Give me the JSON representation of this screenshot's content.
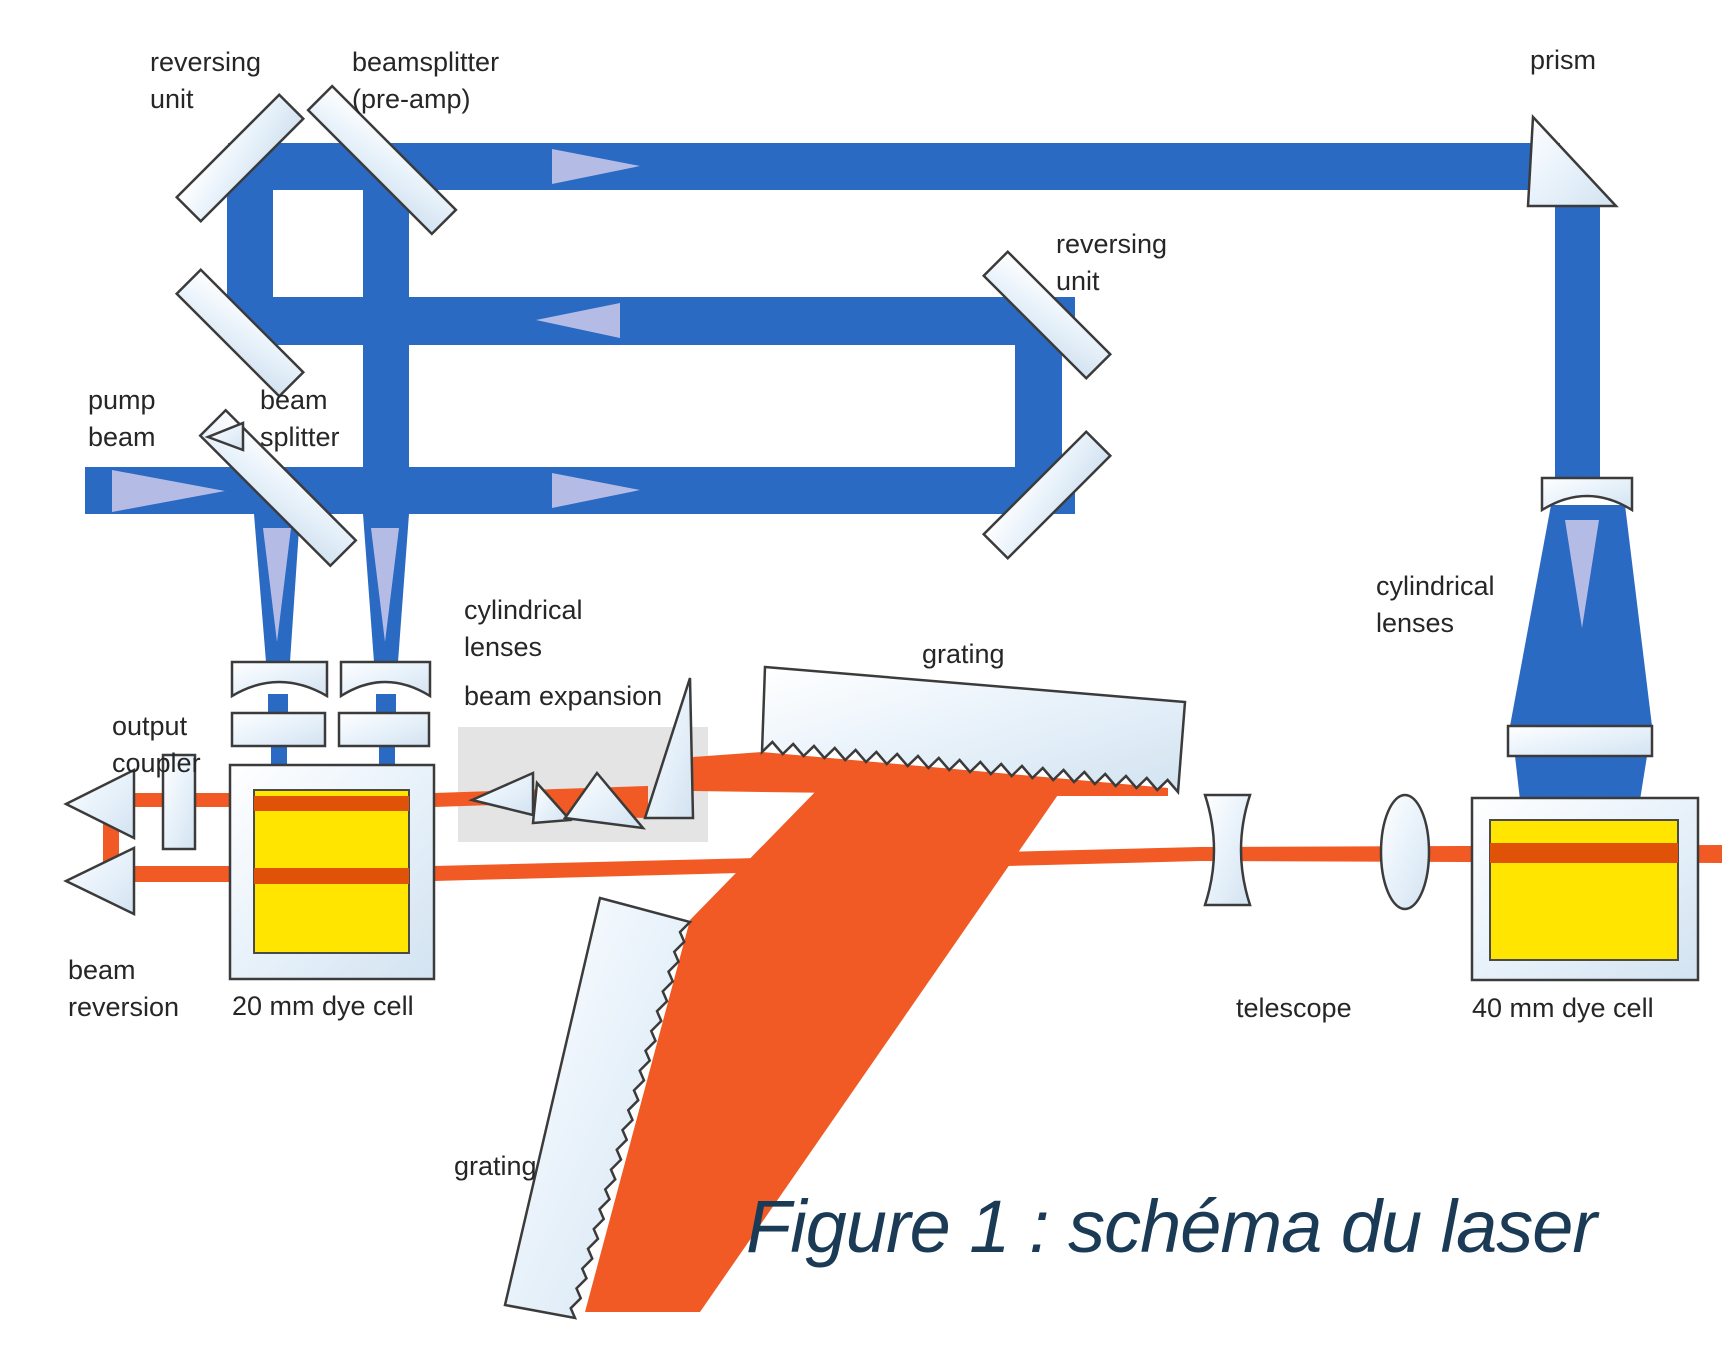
{
  "figure": {
    "caption": "Figure 1 : schéma du laser"
  },
  "labels": {
    "reversing_unit_left": "reversing\nunit",
    "beamsplitter_preamp": "beamsplitter\n(pre-amp)",
    "prism": "prism",
    "reversing_unit_right": "reversing\nunit",
    "pump_beam": "pump\nbeam",
    "beam_splitter": "beam\nsplitter",
    "cylindrical_lenses_left": "cylindrical\nlenses",
    "beam_expansion": "beam expansion",
    "grating_top": "grating",
    "cylindrical_lenses_right": "cylindrical\nlenses",
    "output_coupler": "output\ncoupler",
    "beam_reversion": "beam\nreversion",
    "dye_cell_20mm": "20 mm dye cell",
    "grating_lower": "grating",
    "telescope": "telescope",
    "dye_cell_40mm": "40 mm dye cell"
  },
  "colors": {
    "blue": "#2a6ac2",
    "arrow": "#b4bce6",
    "orange": "#f15a25",
    "stripe": "#e05207",
    "yellow": "#ffe500",
    "gray": "#e4e4e4",
    "navy": "#1a3a55"
  }
}
